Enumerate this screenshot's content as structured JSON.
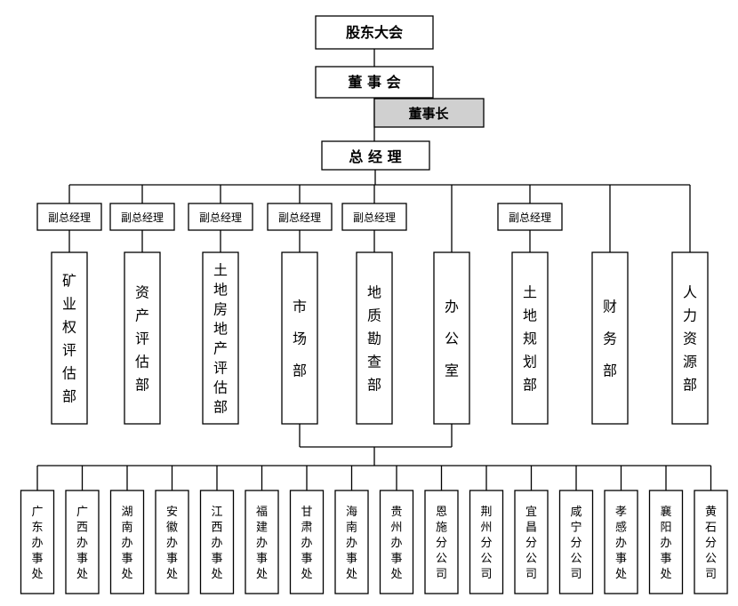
{
  "top": {
    "shareholders": "股东大会",
    "board": "董 事 会",
    "chairman": "董事长",
    "gm": "总 经 理"
  },
  "vp_label": "副总经理",
  "departments": [
    {
      "name": "矿业权评估部",
      "vp": true
    },
    {
      "name": "资产评估部",
      "vp": true
    },
    {
      "name": "土地房地产评估部",
      "vp": true
    },
    {
      "name": "市场部",
      "vp": true
    },
    {
      "name": "地质勘查部",
      "vp": true
    },
    {
      "name": "办公室",
      "vp": false
    },
    {
      "name": "土地规划部",
      "vp": true
    },
    {
      "name": "财务部",
      "vp": false
    },
    {
      "name": "人力资源部",
      "vp": false
    }
  ],
  "branches": [
    "广东办事处",
    "广西办事处",
    "湖南办事处",
    "安徽办事处",
    "江西办事处",
    "福建办事处",
    "甘肃办事处",
    "海南办事处",
    "贵州办事处",
    "恩施分公司",
    "荆州分公司",
    "宜昌分公司",
    "咸宁分公司",
    "孝感办事处",
    "襄阳办事处",
    "黄石分公司"
  ],
  "colors": {
    "line": "#000000",
    "chairman_fill": "#d0d0d0",
    "box_fill": "#ffffff"
  }
}
